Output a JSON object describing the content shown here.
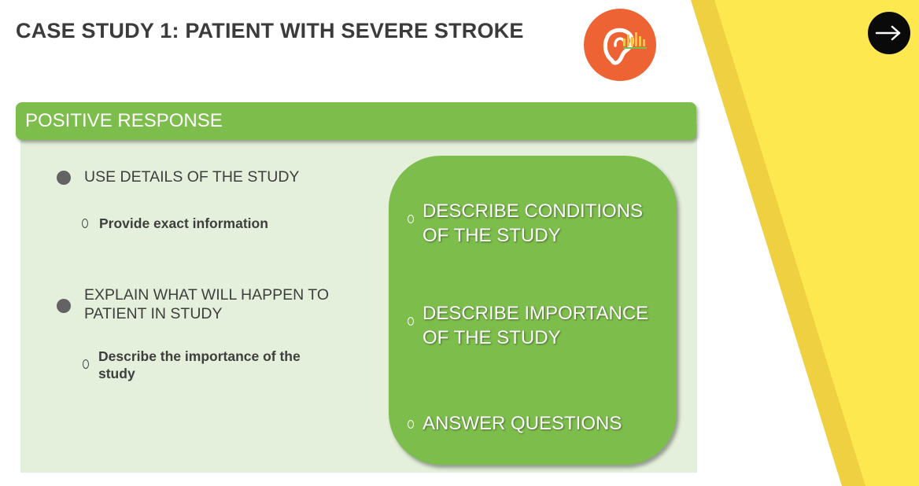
{
  "slide": {
    "title": "CASE STUDY 1: PATIENT WITH SEVERE STROKE",
    "logo_icon": "ear-sound-icon",
    "next_icon": "arrow-right-icon",
    "section_header": "POSITIVE RESPONSE",
    "bullets": [
      {
        "line1": "USE DETAILS OF THE STUDY",
        "line2": "",
        "sub_line1": "Provide exact information",
        "sub_line2": ""
      },
      {
        "line1": "EXPLAIN WHAT WILL HAPPEN TO",
        "line2": "PATIENT IN STUDY",
        "sub_line1": "Describe the importance of the",
        "sub_line2": "study"
      }
    ],
    "panel_items": [
      {
        "line1": "DESCRIBE CONDITIONS",
        "line2": "OF THE STUDY"
      },
      {
        "line1": "DESCRIBE IMPORTANCE",
        "line2": "OF THE STUDY"
      },
      {
        "line1": "ANSWER QUESTIONS",
        "line2": ""
      }
    ]
  },
  "colors": {
    "accent_green": "#7dbd4c",
    "content_background": "#e4f0db",
    "yellow_light": "#fde84f",
    "yellow_dark": "#efd040",
    "logo_orange": "#ee6333",
    "title_text": "#3b3b3b"
  }
}
